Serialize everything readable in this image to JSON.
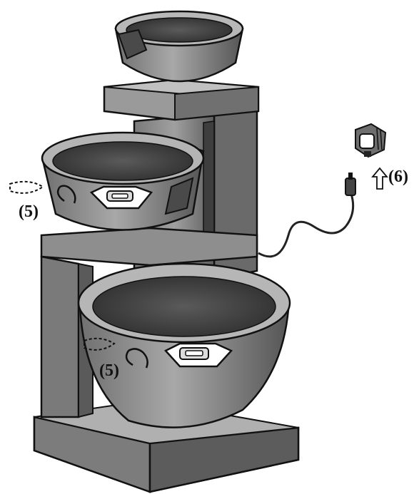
{
  "callouts": {
    "upper_bowl_label": "(5)",
    "lower_bowl_label": "(5)",
    "adapter_label": "(6)"
  },
  "colors": {
    "ink": "#111111",
    "stone_dark": "#3a3a3a",
    "stone_mid": "#6b6b6b",
    "stone_light": "#9a9a9a",
    "water": "#4a4a4a",
    "paper": "#ffffff"
  }
}
